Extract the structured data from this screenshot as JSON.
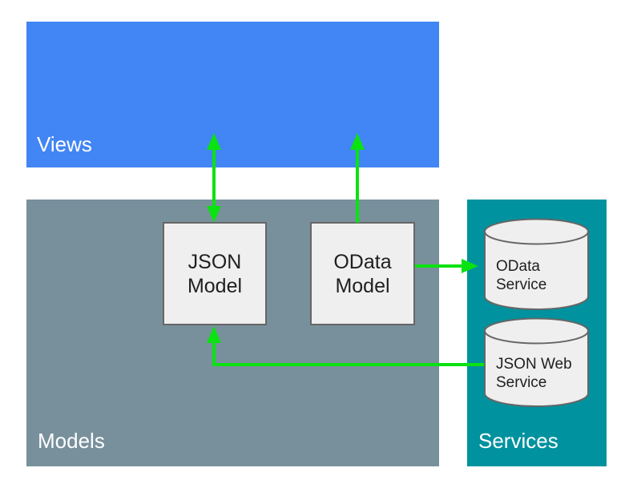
{
  "colors": {
    "views_fill": "#4285F4",
    "models_fill": "#78909C",
    "services_fill": "#00929E",
    "node_fill": "#EFEFEF",
    "node_border": "#666666",
    "arrow": "#0BE212",
    "layer_label_text": "#FFFFFF",
    "node_text": "#1F1F1F"
  },
  "layers": {
    "views": {
      "label": "Views"
    },
    "models": {
      "label": "Models"
    },
    "services": {
      "label": "Services"
    }
  },
  "nodes": {
    "json_model": {
      "label": "JSON\nModel",
      "shape": "rectangle"
    },
    "odata_model": {
      "label": "OData\nModel",
      "shape": "rectangle"
    },
    "odata_service": {
      "label": "OData\nService",
      "shape": "cylinder"
    },
    "json_web_service": {
      "label": "JSON Web\nService",
      "shape": "cylinder"
    }
  },
  "connections": [
    {
      "from": "json_model",
      "to": "views",
      "type": "bidirectional"
    },
    {
      "from": "odata_model",
      "to": "views",
      "type": "one-way"
    },
    {
      "from": "odata_model",
      "to": "odata_service",
      "type": "one-way"
    },
    {
      "from": "json_web_service",
      "to": "json_model",
      "type": "one-way"
    }
  ]
}
